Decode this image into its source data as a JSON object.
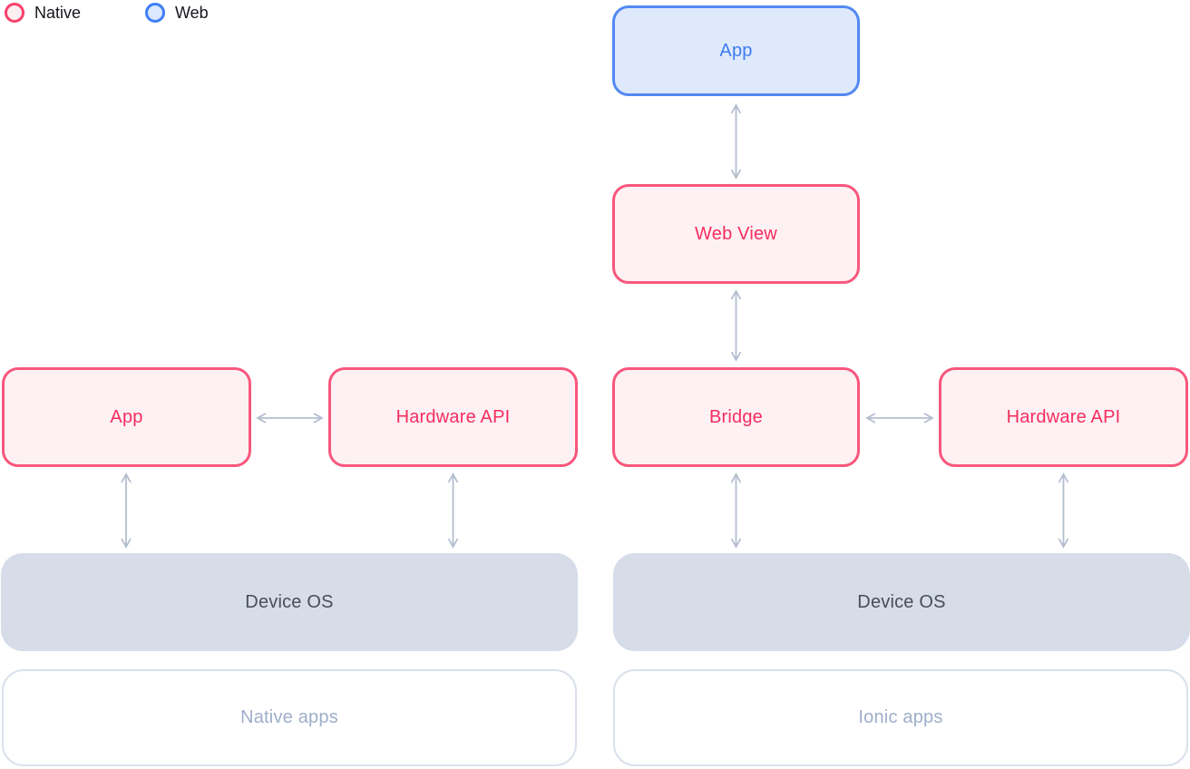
{
  "legend": {
    "items": [
      {
        "label": "Native",
        "ring_color": "#F7426B",
        "fill_color": "#FDEEF2"
      },
      {
        "label": "Web",
        "ring_color": "#3E7EF7",
        "fill_color": "#DBE8FD"
      }
    ]
  },
  "native_stack": {
    "app_label": "App",
    "hardware_api_label": "Hardware API",
    "device_os_label": "Device OS",
    "caption": "Native apps"
  },
  "ionic_stack": {
    "app_label": "App",
    "web_view_label": "Web View",
    "bridge_label": "Bridge",
    "hardware_api_label": "Hardware API",
    "device_os_label": "Device OS",
    "caption": "Ionic apps"
  },
  "colors": {
    "native_accent": "#F8577D",
    "native_text": "#F72D5F",
    "native_fill": "#FDF1F4",
    "web_accent": "#5389F2",
    "web_text": "#3C7CF0",
    "web_fill": "#DEE9FC",
    "device_os_fill": "#D6DCE8",
    "device_os_text": "#474E58",
    "caption_border": "#DAE1EC",
    "caption_text": "#9EAEC9",
    "arrow": "#B4BECF"
  }
}
